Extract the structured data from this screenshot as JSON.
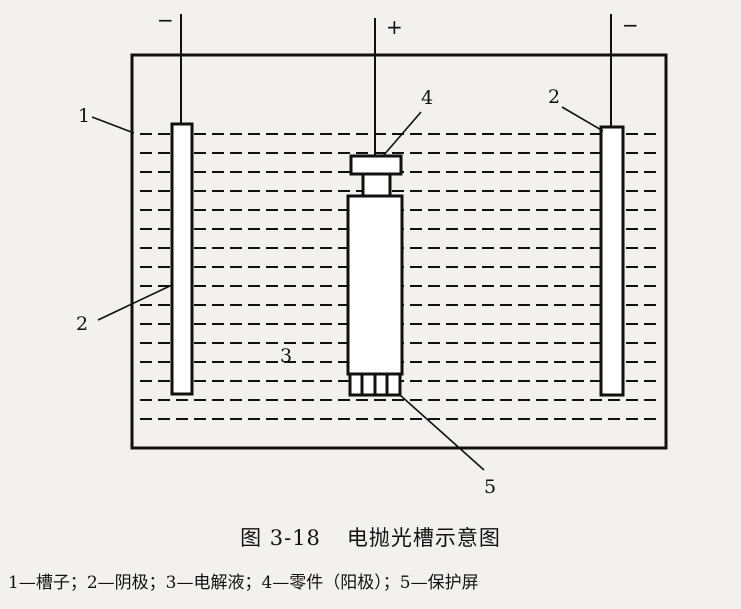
{
  "diagram": {
    "polarity": {
      "left_cathode": "−",
      "anode": "+",
      "right_cathode": "−"
    },
    "callouts": {
      "tank": "1",
      "cathode_left": "2",
      "cathode_right": "2",
      "electrolyte": "3",
      "part": "4",
      "screen": "5"
    }
  },
  "caption": {
    "figure_number": "图 3-18",
    "title": "电抛光槽示意图"
  },
  "legend": {
    "text": "1—槽子；2—阴极；3—电解液；4—零件（阳极）；5—保护屏"
  },
  "colors": {
    "ink": "#111111",
    "paper": "#f3f1ee",
    "element_fill": "#ffffff"
  }
}
